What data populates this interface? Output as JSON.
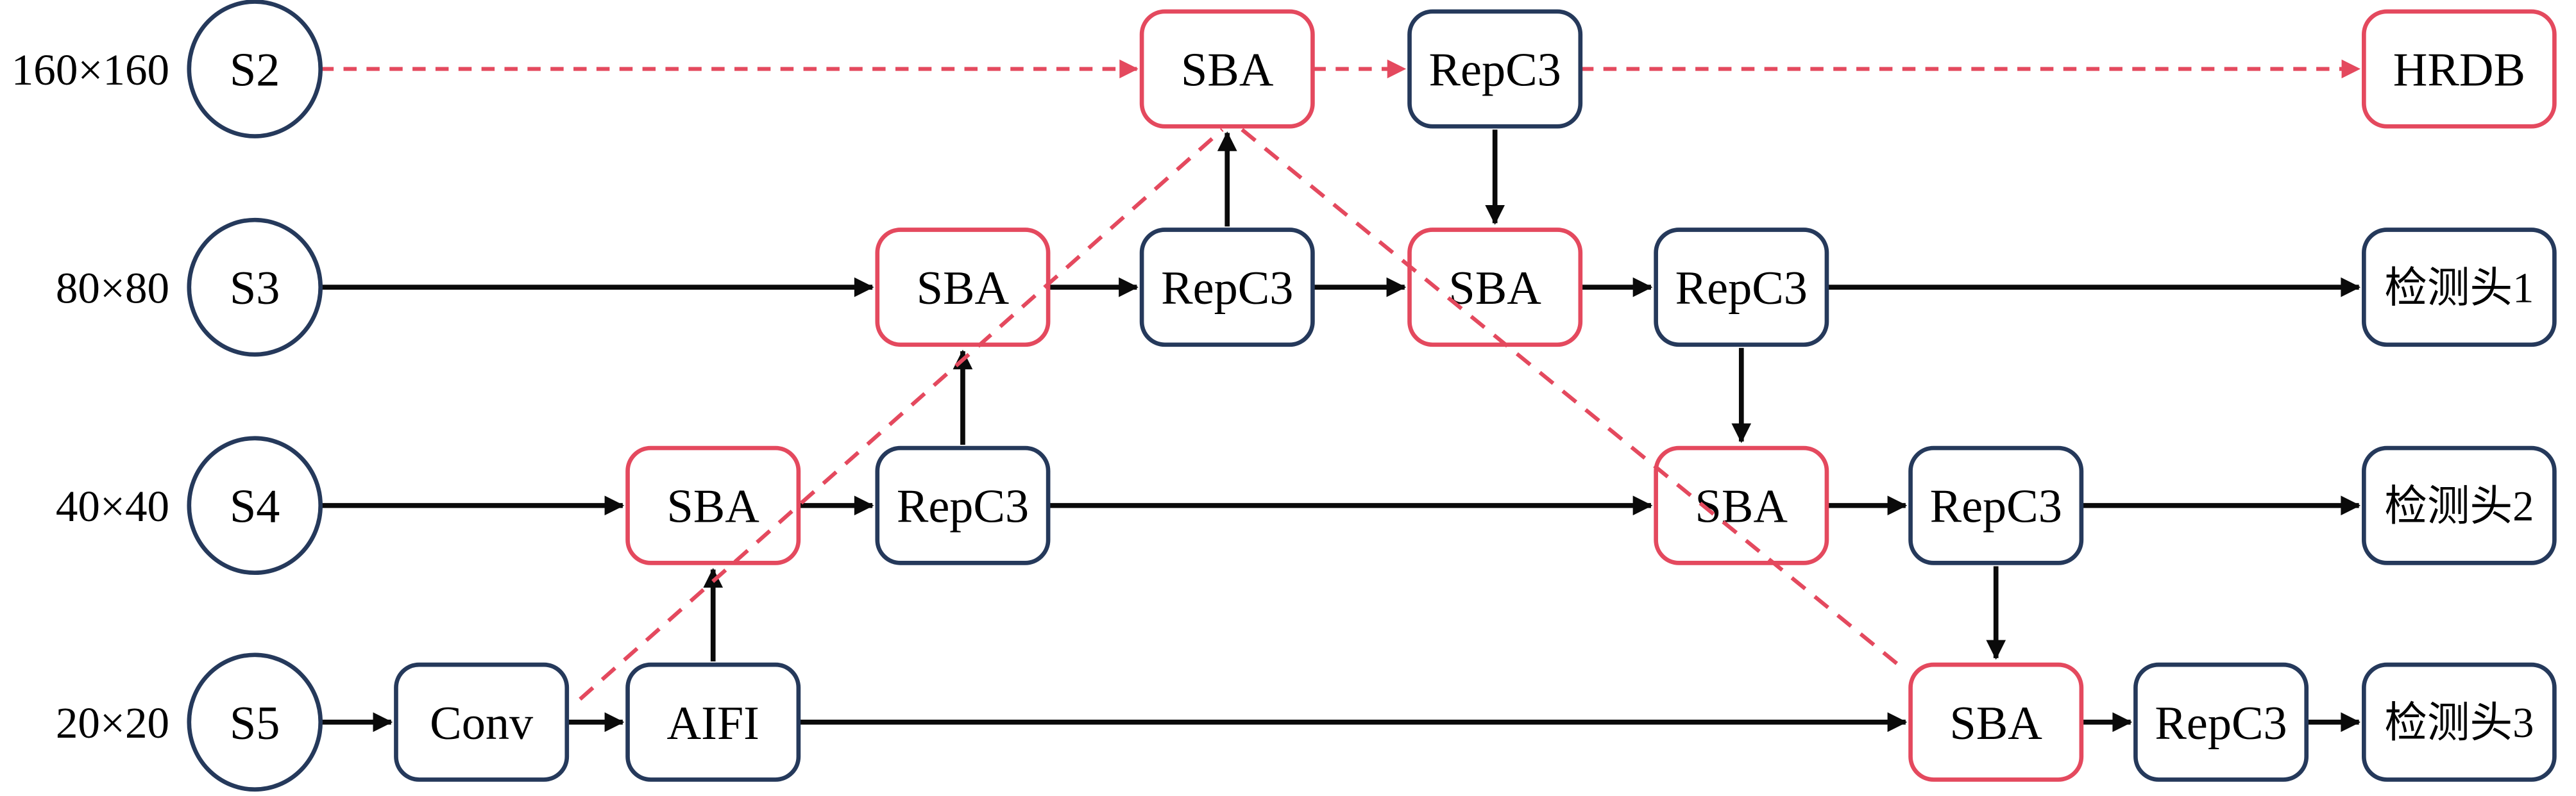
{
  "figure": {
    "description": "Neck architecture diagram with multi-scale feature fusion",
    "colors": {
      "accent_red": "#E4495E",
      "navy": "#25395B",
      "arrow_black": "#0A0A0A",
      "bg": "#FFFFFF"
    }
  },
  "rows": [
    {
      "resolution": "160×160",
      "stage": "S2"
    },
    {
      "resolution": "80×80",
      "stage": "S3"
    },
    {
      "resolution": "40×40",
      "stage": "S4"
    },
    {
      "resolution": "20×20",
      "stage": "S5"
    }
  ],
  "labels": {
    "sba": "SBA",
    "repc3": "RepC3",
    "conv": "Conv",
    "aifi": "AIFI",
    "hrdb": "HRDB",
    "head1": "检测头1",
    "head2": "检测头2",
    "head3": "检测头3"
  }
}
